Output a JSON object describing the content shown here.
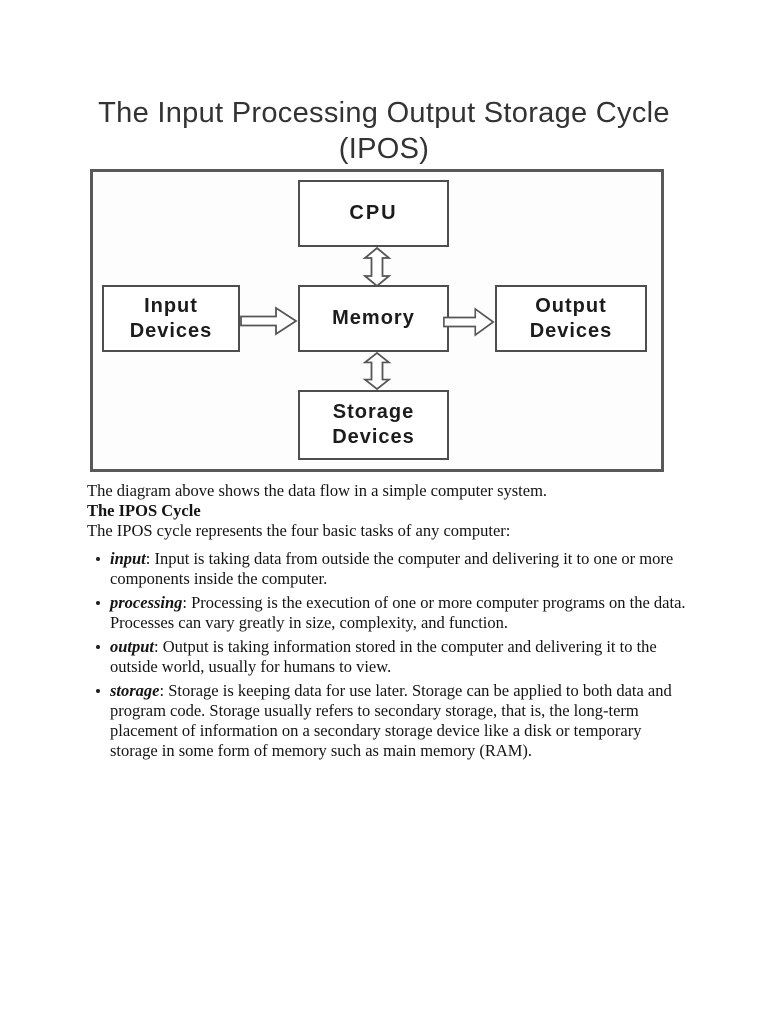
{
  "title": {
    "line1": "The Input Processing Output Storage Cycle",
    "line2": "(IPOS)"
  },
  "diagram": {
    "boxes": {
      "cpu": "CPU",
      "input": "Input Devices",
      "memory": "Memory",
      "output": "Output Devices",
      "storage": "Storage Devices"
    },
    "arrows": [
      "double-arrow-cpu-memory",
      "arrow-input-to-memory",
      "arrow-memory-to-output",
      "double-arrow-memory-storage"
    ],
    "colors": {
      "outer_border": "#595959",
      "box_border": "#4e4e4e",
      "label_text": "#1c1c1c"
    }
  },
  "body": {
    "caption": "The diagram above shows the data flow in a simple computer system.",
    "heading": "The IPOS Cycle",
    "intro": "The IPOS cycle represents the four basic tasks of any computer:",
    "bullets": [
      {
        "term": "input",
        "text": ": Input is taking data from outside the computer and delivering it to one or more components inside the computer."
      },
      {
        "term": "processing",
        "text": ": Processing is the execution of one or more computer programs on the data. Processes can vary greatly in size, complexity, and function."
      },
      {
        "term": "output",
        "text": ": Output is taking information stored in the computer and delivering it to the outside world, usually for humans to view."
      },
      {
        "term": "storage",
        "text": ": Storage is keeping data for use later. Storage can be applied to both data and program code. Storage usually refers to secondary storage, that is, the long-term placement of information on a secondary storage device like a disk or temporary storage in some form of memory such as main memory (RAM)."
      }
    ]
  },
  "page": {
    "background": "#ffffff",
    "text_color": "#141414"
  }
}
